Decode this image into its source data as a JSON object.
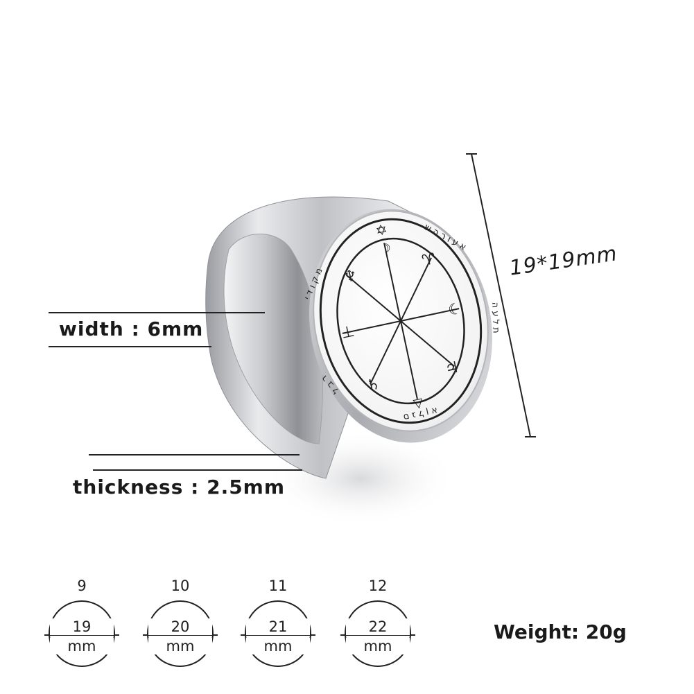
{
  "product": {
    "icon": "signet-ring-seal-of-solomon",
    "metal_color": "#c9cbcf"
  },
  "dimensions": {
    "face": "19*19mm",
    "width": "width : 6mm",
    "thickness": "thickness : 2.5mm"
  },
  "sizes": [
    {
      "size": "9",
      "diameter": "19",
      "unit": "mm"
    },
    {
      "size": "10",
      "diameter": "20",
      "unit": "mm"
    },
    {
      "size": "11",
      "diameter": "21",
      "unit": "mm"
    },
    {
      "size": "12",
      "diameter": "22",
      "unit": "mm"
    }
  ],
  "weight": "Weight: 20g"
}
